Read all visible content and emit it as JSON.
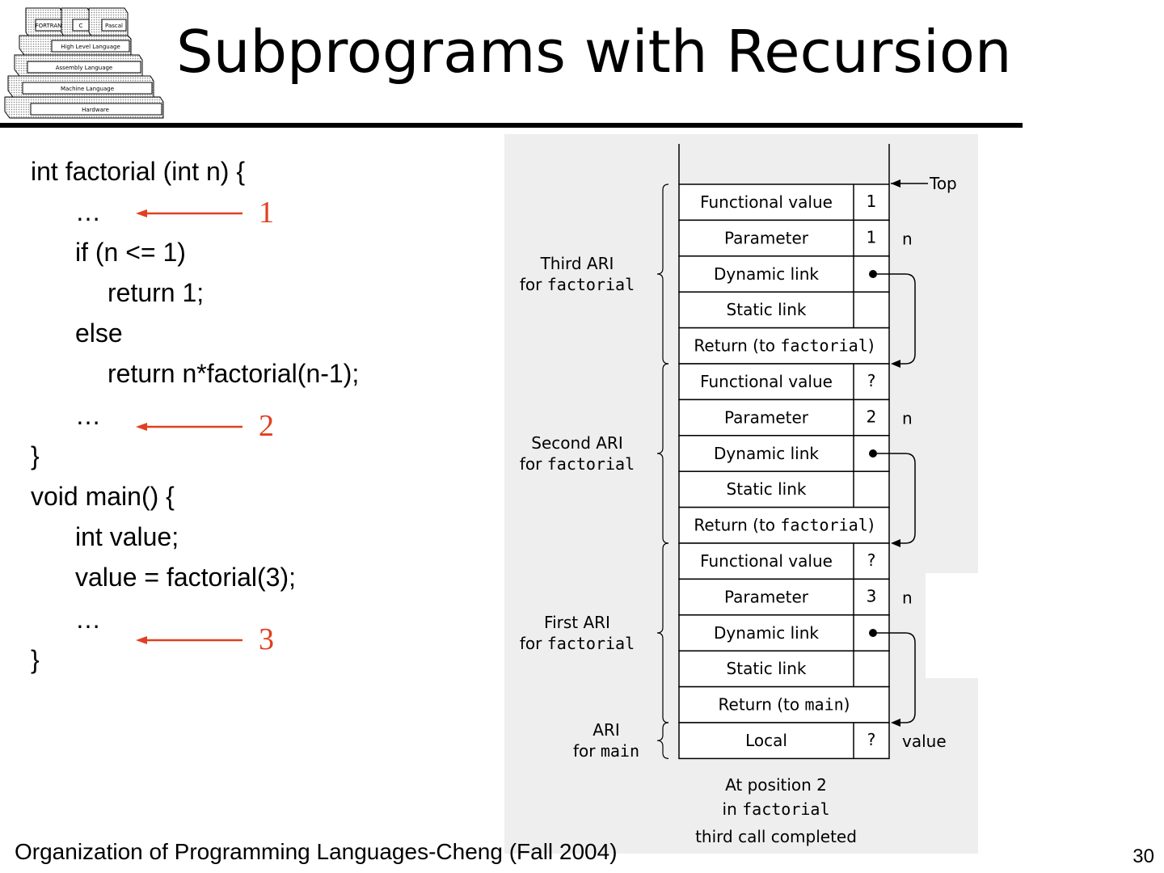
{
  "slide": {
    "title": "Subprograms with Recursion",
    "footer": "Organization of Programming Languages-Cheng (Fall 2004)",
    "page_number": "30"
  },
  "logo": {
    "top_boxes": [
      "FORTRAN",
      "C",
      "Pascal"
    ],
    "layers": [
      "High Level Language",
      "Assembly Language",
      "Machine Language",
      "Hardware"
    ]
  },
  "code": {
    "lines": [
      "int factorial (int n) {",
      "…",
      "if (n <= 1)",
      "return 1;",
      "else",
      "return n*factorial(n-1);",
      "…",
      "}",
      "void main() {",
      "int value;",
      "value = factorial(3);",
      "…",
      "}"
    ],
    "markers": [
      "1",
      "2",
      "3"
    ],
    "accent_color": "#e04020"
  },
  "stack_figure": {
    "top_label": "Top",
    "cells": [
      {
        "label": "Functional value",
        "value": "1",
        "side": ""
      },
      {
        "label": "Parameter",
        "value": "1",
        "side": "n"
      },
      {
        "label": "Dynamic link",
        "value": "",
        "side": ""
      },
      {
        "label": "Static link",
        "value": "",
        "side": ""
      },
      {
        "label": "Return (to factorial)",
        "value": "",
        "side": ""
      },
      {
        "label": "Functional value",
        "value": "?",
        "side": ""
      },
      {
        "label": "Parameter",
        "value": "2",
        "side": "n"
      },
      {
        "label": "Dynamic link",
        "value": "",
        "side": ""
      },
      {
        "label": "Static link",
        "value": "",
        "side": ""
      },
      {
        "label": "Return (to factorial)",
        "value": "",
        "side": ""
      },
      {
        "label": "Functional value",
        "value": "?",
        "side": ""
      },
      {
        "label": "Parameter",
        "value": "3",
        "side": "n"
      },
      {
        "label": "Dynamic link",
        "value": "",
        "side": ""
      },
      {
        "label": "Static link",
        "value": "",
        "side": ""
      },
      {
        "label": "Return (to main)",
        "value": "",
        "side": ""
      },
      {
        "label": "Local",
        "value": "?",
        "side": "value"
      }
    ],
    "groups": [
      {
        "line1": "Third ARI",
        "line2": "for factorial"
      },
      {
        "line1": "Second ARI",
        "line2": "for factorial"
      },
      {
        "line1": "First ARI",
        "line2": "for factorial"
      },
      {
        "line1": "ARI",
        "line2": "for main"
      }
    ],
    "caption": [
      "At position 2",
      "in factorial",
      "third call completed"
    ]
  }
}
